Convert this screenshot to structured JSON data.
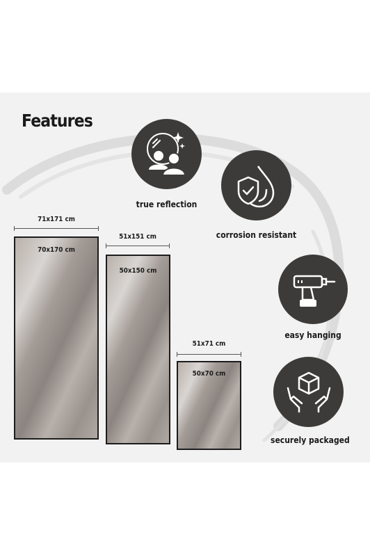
{
  "header": {
    "title": "Features"
  },
  "features": [
    {
      "icon": "people-reflection-icon",
      "label": "true reflection"
    },
    {
      "icon": "shield-water-drop-icon",
      "label": "corrosion resistant"
    },
    {
      "icon": "drill-icon",
      "label": "easy hanging"
    },
    {
      "icon": "hands-box-icon",
      "label": "securely packaged"
    }
  ],
  "mirrors": [
    {
      "outer": "71x171 cm",
      "inner": "70x170 cm"
    },
    {
      "outer": "51x151 cm",
      "inner": "50x150 cm"
    },
    {
      "outer": "51x71 cm",
      "inner": "50x70 cm"
    }
  ],
  "colors": {
    "icon_circle": "#3c3b39",
    "panel_bg": "#f2f2f2",
    "frame": "#1c1c1c"
  }
}
